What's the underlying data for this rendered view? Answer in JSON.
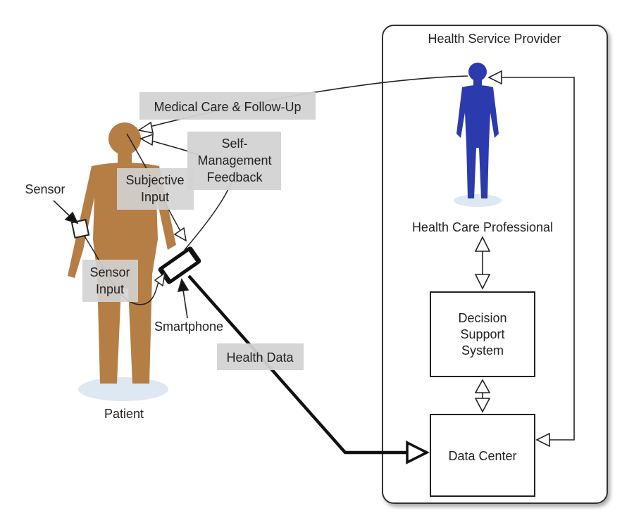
{
  "provider": {
    "title": "Health Service Provider",
    "professional_label": "Health Care Professional",
    "dss_lines": [
      "Decision",
      "Support",
      "System"
    ],
    "data_center_label": "Data Center"
  },
  "patient": {
    "label": "Patient",
    "sensor_label": "Sensor",
    "smartphone_label": "Smartphone"
  },
  "flows": {
    "medical_care": "Medical Care & Follow-Up",
    "self_management_lines": [
      "Self-",
      "Management",
      "Feedback"
    ],
    "subjective_input_lines": [
      "Subjective",
      "Input"
    ],
    "sensor_input_lines": [
      "Sensor",
      "Input"
    ],
    "health_data": "Health Data"
  },
  "colors": {
    "patient_skin": "#b57e45",
    "professional_blue": "#2b3aad",
    "label_box_gray": "#d3d3d3",
    "shadow": "#dde8f2"
  }
}
